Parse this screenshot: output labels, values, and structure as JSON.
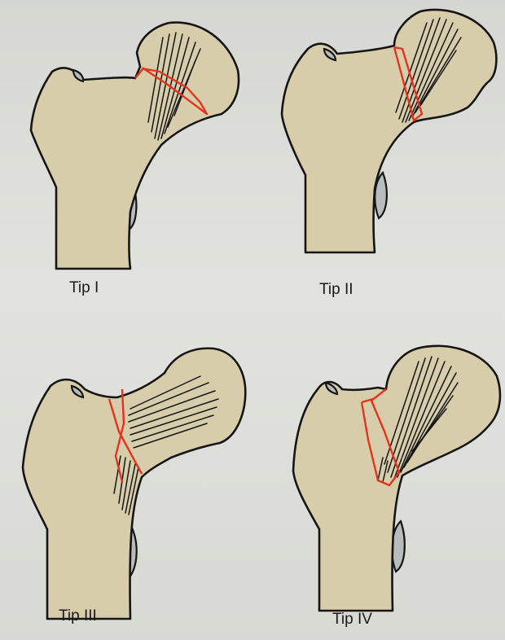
{
  "diagram": {
    "panels": [
      {
        "label": "Tip I"
      },
      {
        "label": "Tip II"
      },
      {
        "label": "Tip III"
      },
      {
        "label": "Tip IV"
      }
    ],
    "colors": {
      "bone": "#d8cdab",
      "outline": "#151515",
      "fracture_line": "#e2341e",
      "background": "#dadbd6",
      "lesser_trochanter": "#b9bcbc"
    }
  }
}
